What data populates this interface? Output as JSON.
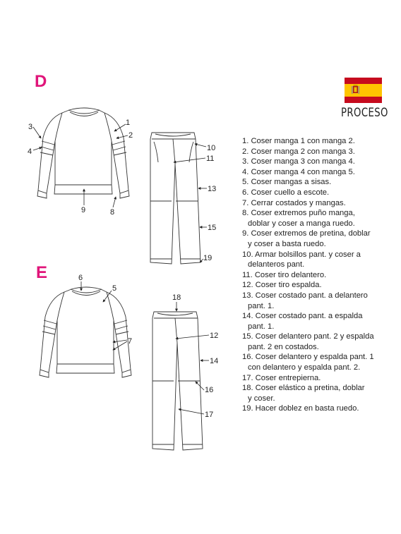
{
  "sections": {
    "d": "D",
    "e": "E"
  },
  "header": {
    "title": "PROCESO",
    "flag": {
      "name": "spain-flag-icon",
      "red": "#c60b1e",
      "yellow": "#ffc400"
    }
  },
  "accent_color": "#e0157a",
  "callouts": {
    "d_sweater": [
      "1",
      "2",
      "3",
      "4",
      "9",
      "8"
    ],
    "d_pants": [
      "10",
      "11",
      "13",
      "15",
      "19"
    ],
    "e_sweater": [
      "6",
      "5",
      "7"
    ],
    "e_pants": [
      "18",
      "12",
      "14",
      "16",
      "17"
    ]
  },
  "steps": [
    {
      "n": "1.",
      "text": "Coser manga 1 con manga 2.",
      "cont": ""
    },
    {
      "n": "2.",
      "text": "Coser manga 2 con manga 3.",
      "cont": ""
    },
    {
      "n": "3.",
      "text": "Coser manga 3 con manga 4.",
      "cont": ""
    },
    {
      "n": "4.",
      "text": "Coser manga 4 con manga 5.",
      "cont": ""
    },
    {
      "n": "5.",
      "text": "Coser mangas a sisas.",
      "cont": ""
    },
    {
      "n": "6.",
      "text": "Coser cuello a escote.",
      "cont": ""
    },
    {
      "n": "7.",
      "text": "Cerrar costados y mangas.",
      "cont": ""
    },
    {
      "n": "8.",
      "text": "Coser extremos puño manga,",
      "cont": "doblar y coser a manga ruedo."
    },
    {
      "n": "9.",
      "text": "Coser extremos de pretina, doblar",
      "cont": "y coser a basta ruedo."
    },
    {
      "n": "10.",
      "text": "Armar bolsillos pant. y coser a",
      "cont": "delanteros pant."
    },
    {
      "n": "11.",
      "text": "Coser tiro delantero.",
      "cont": ""
    },
    {
      "n": "12.",
      "text": "Coser tiro espalda.",
      "cont": ""
    },
    {
      "n": "13.",
      "text": "Coser costado pant. a delantero",
      "cont": "pant. 1."
    },
    {
      "n": "14.",
      "text": "Coser costado pant. a espalda",
      "cont": "pant. 1."
    },
    {
      "n": "15.",
      "text": "Coser delantero pant. 2 y espalda",
      "cont": "pant. 2 en costados."
    },
    {
      "n": "16.",
      "text": "Coser delantero y espalda pant. 1",
      "cont": "con delantero y espalda pant. 2."
    },
    {
      "n": "17.",
      "text": "Coser entrepierna.",
      "cont": ""
    },
    {
      "n": "18.",
      "text": "Coser elástico a pretina, doblar",
      "cont": "y coser."
    },
    {
      "n": "19.",
      "text": "Hacer doblez en basta ruedo.",
      "cont": ""
    }
  ]
}
